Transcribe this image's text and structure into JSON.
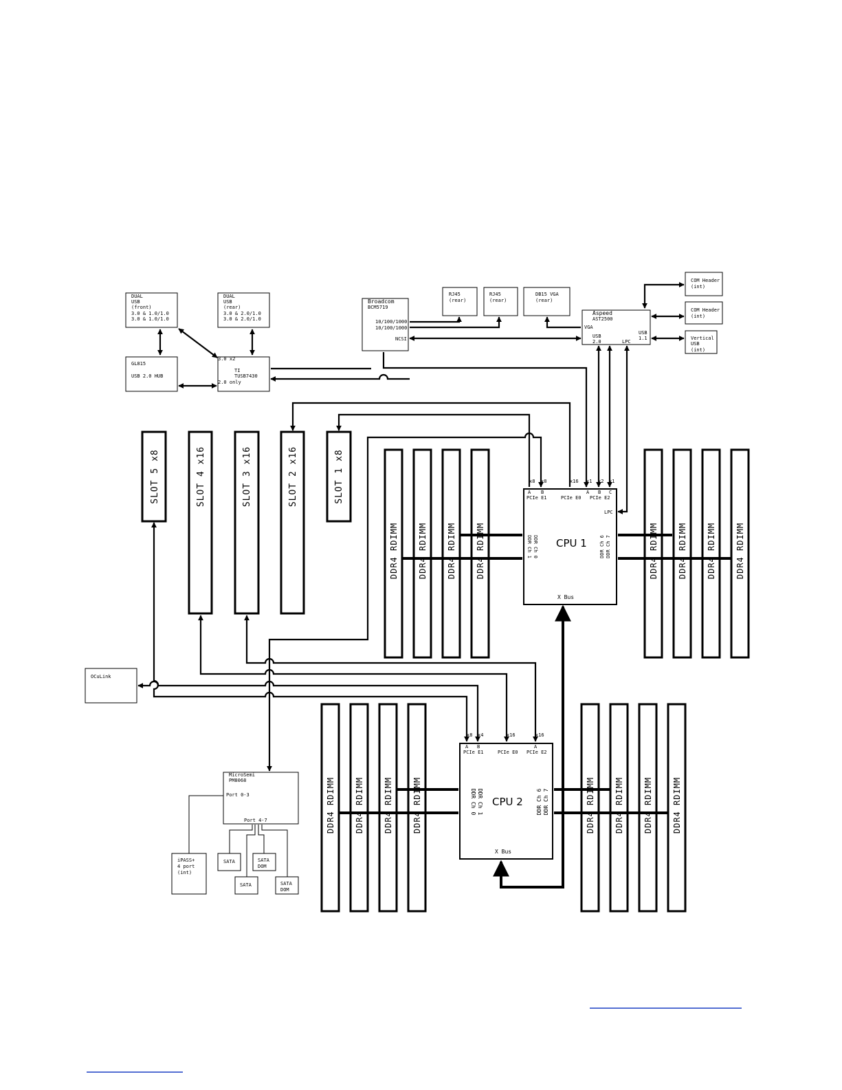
{
  "usb_front": [
    "DUAL",
    "USB",
    "(front)",
    "3.0 & 1.0/1.0",
    "3.0 & 1.0/1.0"
  ],
  "usb_rear": [
    "DUAL",
    "USB",
    "(rear)",
    "3.0 & 2.0/1.0",
    "3.0 & 2.0/1.0"
  ],
  "gl815": [
    "GL815",
    "USB 2.0 HUB"
  ],
  "ti": {
    "lines": [
      "TI",
      "TUSB7430"
    ],
    "in3": "3.0 x2",
    "in2": "2.0 only"
  },
  "broadcom": {
    "name": [
      "Broadcom",
      "BCM5719"
    ],
    "ports": [
      "10/100/1000",
      "10/100/1000"
    ],
    "ncsi": "NCSI"
  },
  "rj45_a": [
    "RJ45",
    "(rear)"
  ],
  "rj45_b": [
    "RJ45",
    "(rear)"
  ],
  "db15": [
    "DB15 VGA",
    "(rear)"
  ],
  "aspeed": {
    "name": [
      "Aspeed",
      "AST2500"
    ],
    "vga": "VGA",
    "usb2": [
      "USB",
      "2.0"
    ],
    "lpc": "LPC",
    "usb11": [
      "USB",
      "1.1"
    ]
  },
  "com1": [
    "COM Header",
    "(int)"
  ],
  "com2": [
    "COM Header",
    "(int)"
  ],
  "vusb": [
    "Vertical",
    "USB",
    "(int)"
  ],
  "slots": [
    "SLOT 5 x8",
    "SLOT 4 x16",
    "SLOT 3 x16",
    "SLOT 2 x16",
    "SLOT 1 x8"
  ],
  "dimm_label": "DDR4 RDIMM",
  "cpu1": {
    "title": "CPU 1",
    "widths": [
      "x8",
      "x8",
      "x16",
      "x1",
      "x2",
      "x1"
    ],
    "pins": [
      "A",
      "B",
      "A",
      "B",
      "C"
    ],
    "ports": [
      "PCIe E1",
      "PCIe E0",
      "PCIe E2"
    ],
    "lpc": "LPC",
    "ddr_left": [
      "DDR Ch 1",
      "DDR Ch 0"
    ],
    "ddr_right": [
      "DDR Ch 6",
      "DDR Ch 7"
    ],
    "xbus": "X Bus"
  },
  "cpu2": {
    "title": "CPU 2",
    "widths": [
      "x8",
      "x4",
      "x16",
      "x16"
    ],
    "pins": [
      "A",
      "B",
      "A"
    ],
    "ports": [
      "PCIe E1",
      "PCIe E0",
      "PCIe E2"
    ],
    "ddr_left": [
      "DDR Ch 0",
      "DDR Ch 1"
    ],
    "ddr_right": [
      "DDR Ch 6",
      "DDR Ch 7"
    ],
    "xbus": "X Bus"
  },
  "oculink": "OCuLink",
  "microsemi": {
    "name": [
      "MicroSemi",
      "PM8068"
    ],
    "port03": "Port 0-3",
    "port47": "Port 4-7"
  },
  "ipass": [
    "iPASS+",
    "4 port",
    "(int)"
  ],
  "sata1": "SATA",
  "sata_dom1": [
    "SATA",
    "DOM"
  ],
  "sata2": "SATA",
  "sata_dom2": [
    "SATA",
    "DOM"
  ]
}
